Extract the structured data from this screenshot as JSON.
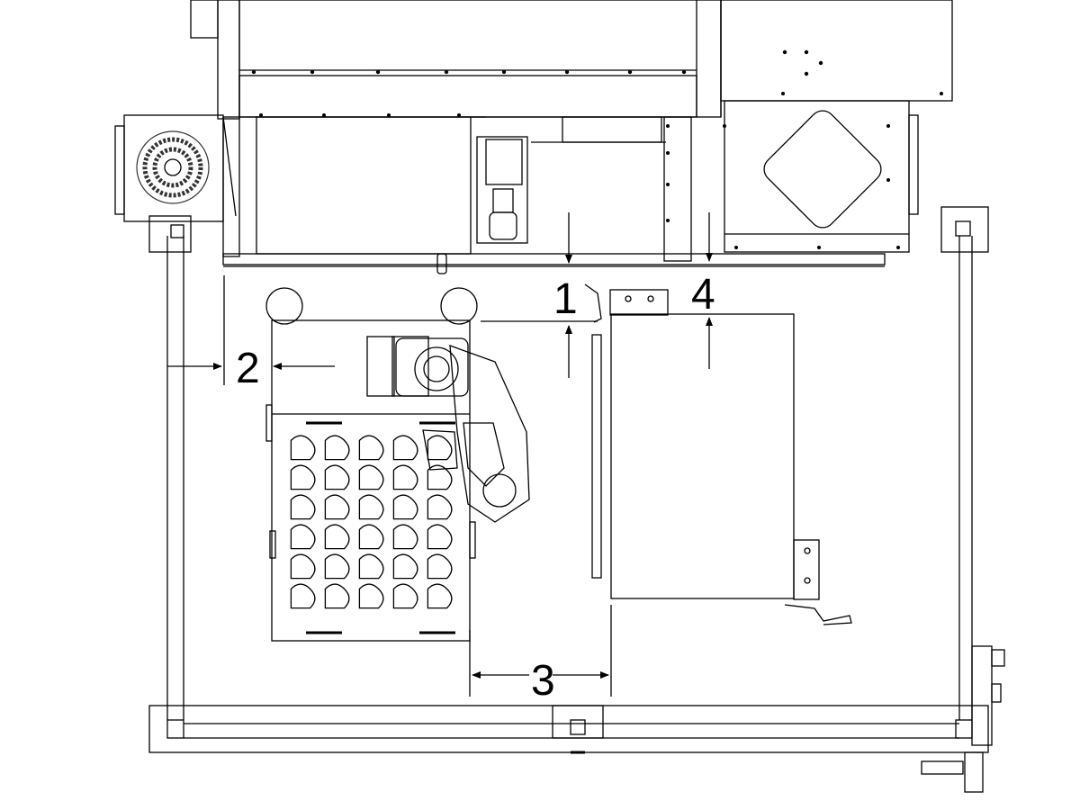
{
  "callouts": {
    "c1": "1",
    "c2": "2",
    "c3": "3",
    "c4": "4"
  },
  "colors": {
    "line": "#000000",
    "fill": "#ffffff",
    "fan": "#333333"
  }
}
